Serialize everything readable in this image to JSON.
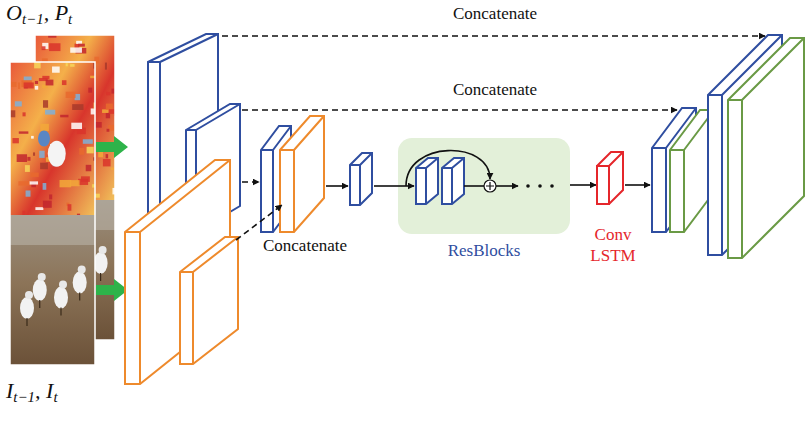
{
  "diagram": {
    "nodes": [
      {
        "text": [
          "ResBlocks"
        ]
      },
      {
        "text": [
          "Conv LSTM"
        ]
      }
    ],
    "edges": [
      {
        "from": 0,
        "to": 1,
        "arrow": "to"
      }
    ],
    "labels": [
      "Ot−1, Pt",
      "Concatenate",
      "Concatenate",
      "Concatenate",
      "It−1, It"
    ]
  }
}
